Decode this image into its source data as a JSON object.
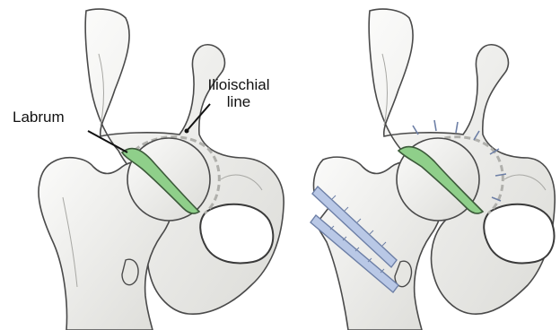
{
  "labels": {
    "labrum": "Labrum",
    "ilioischial": "Ilioischial\nline"
  },
  "colors": {
    "bone_fill": "#f1f1ef",
    "bone_outline": "#4a4a4a",
    "bone_shade": "#a8a8a4",
    "labrum_green": "#8fcf8a",
    "labrum_outline": "#3c5a3a",
    "screw_blue": "#b9c8e6",
    "screw_outline": "#6d7fa6",
    "pointer_line": "#111111"
  },
  "panels": [
    {
      "name": "left-panel",
      "shows": "labrum and ilioischial line"
    },
    {
      "name": "right-panel",
      "shows": "periacetabular osteotomy with screws"
    }
  ]
}
